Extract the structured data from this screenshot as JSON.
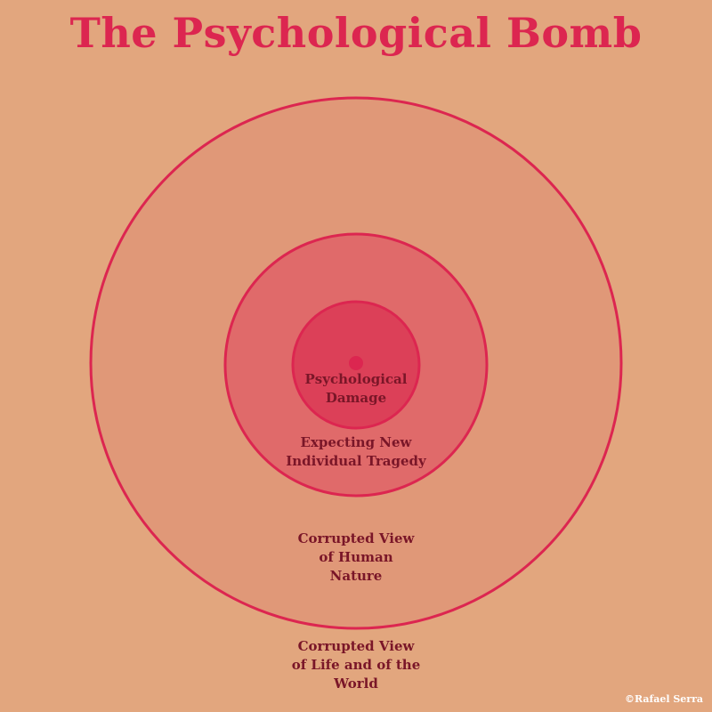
{
  "title": "The Psychological Bomb",
  "colors": {
    "background": "#e2a67e",
    "accent": "#dc2650",
    "label_text": "#7a1628",
    "ring_outer_fill": "#e09878",
    "ring_middle_fill": "#e06a6a",
    "ring_inner_fill": "#dc4058"
  },
  "rings": [
    {
      "label": "Corrupted View\nof Life and of the\nWorld"
    },
    {
      "label": "Corrupted View\nof Human\nNature"
    },
    {
      "label": "Expecting New\nIndividual Tragedy"
    },
    {
      "label": "Psychological\nDamage"
    }
  ],
  "credit": "©Rafael Serra"
}
